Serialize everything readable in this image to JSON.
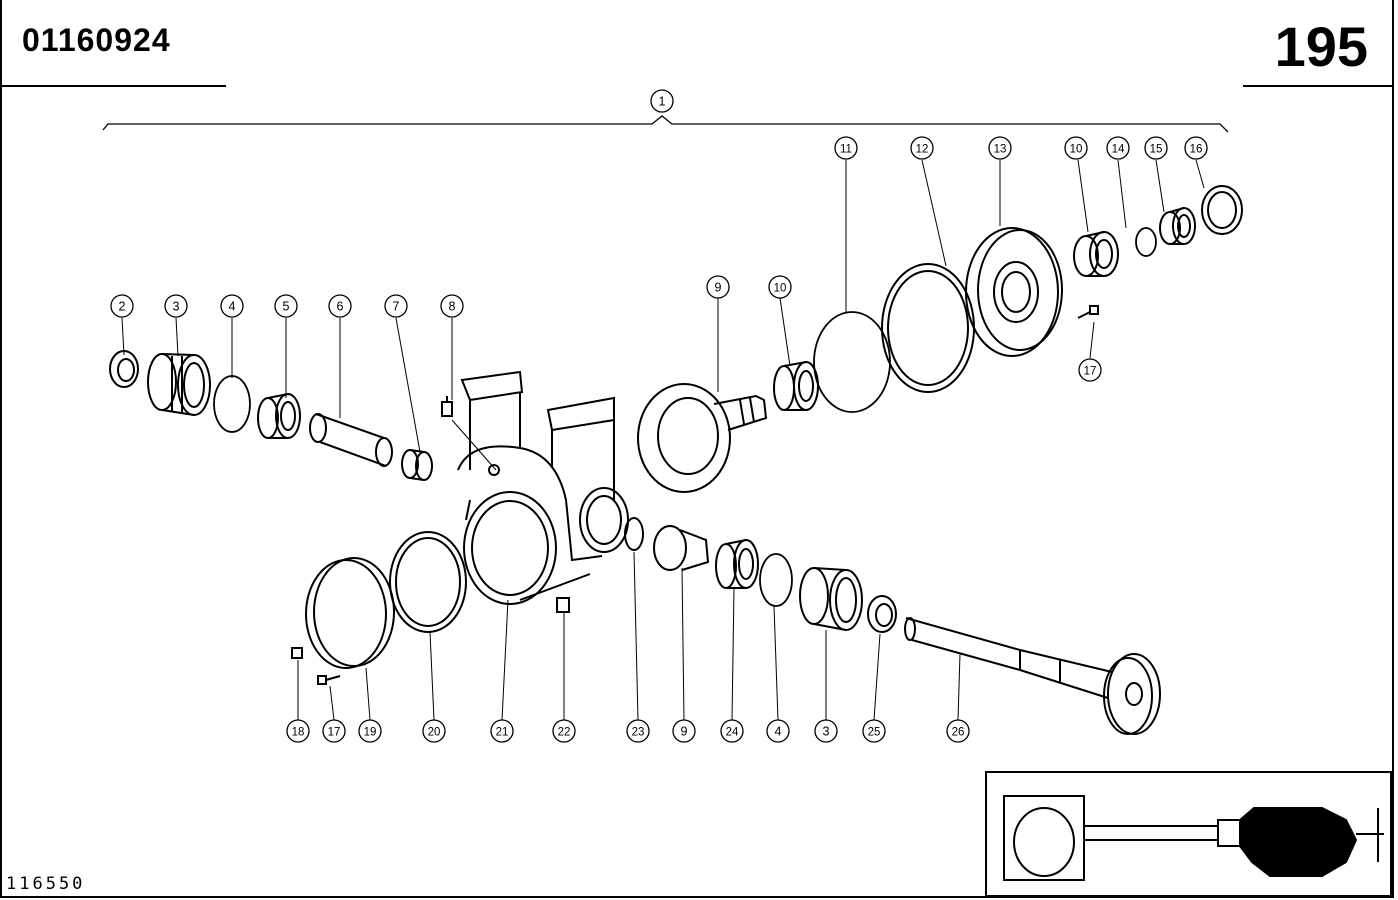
{
  "header": {
    "part_number": "01160924",
    "page_number": "195"
  },
  "footer": {
    "reference_number": "116550"
  },
  "callouts": [
    {
      "id": "c1",
      "label": "1"
    },
    {
      "id": "c2",
      "label": "2"
    },
    {
      "id": "c3a",
      "label": "3"
    },
    {
      "id": "c4a",
      "label": "4"
    },
    {
      "id": "c5",
      "label": "5"
    },
    {
      "id": "c6",
      "label": "6"
    },
    {
      "id": "c7",
      "label": "7"
    },
    {
      "id": "c8",
      "label": "8"
    },
    {
      "id": "c9a",
      "label": "9"
    },
    {
      "id": "c10a",
      "label": "10"
    },
    {
      "id": "c11",
      "label": "11"
    },
    {
      "id": "c12",
      "label": "12"
    },
    {
      "id": "c13",
      "label": "13"
    },
    {
      "id": "c10b",
      "label": "10"
    },
    {
      "id": "c14",
      "label": "14"
    },
    {
      "id": "c15",
      "label": "15"
    },
    {
      "id": "c16",
      "label": "16"
    },
    {
      "id": "c17a",
      "label": "17"
    },
    {
      "id": "c18",
      "label": "18"
    },
    {
      "id": "c17b",
      "label": "17"
    },
    {
      "id": "c19",
      "label": "19"
    },
    {
      "id": "c20",
      "label": "20"
    },
    {
      "id": "c21",
      "label": "21"
    },
    {
      "id": "c22",
      "label": "22"
    },
    {
      "id": "c23",
      "label": "23"
    },
    {
      "id": "c9b",
      "label": "9"
    },
    {
      "id": "c24",
      "label": "24"
    },
    {
      "id": "c4b",
      "label": "4"
    },
    {
      "id": "c3b",
      "label": "3"
    },
    {
      "id": "c25",
      "label": "25"
    },
    {
      "id": "c26",
      "label": "26"
    }
  ]
}
